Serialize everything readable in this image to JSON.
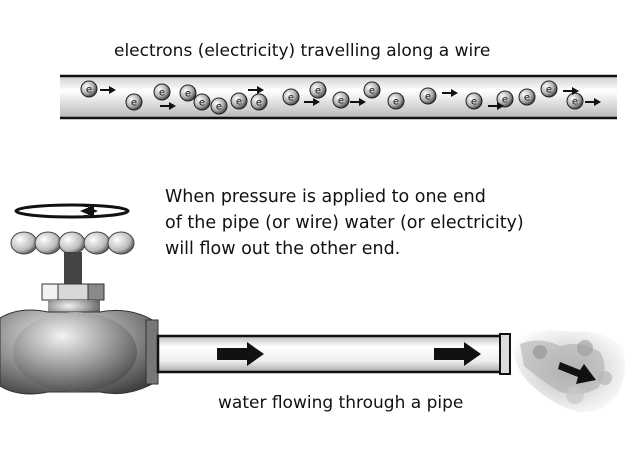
{
  "wire": {
    "caption": "electrons (electricity) travelling along a wire",
    "electron_label": "e"
  },
  "explanation": {
    "lines": [
      "When pressure is applied to one end",
      "of the pipe (or wire) water (or electricity)",
      "will flow out the other end."
    ]
  },
  "pipe": {
    "caption": "water flowing through a pipe"
  },
  "icons": [
    "rotation-arrow-icon",
    "flow-arrow-icon",
    "valve-handle-icon",
    "water-spray-icon"
  ]
}
